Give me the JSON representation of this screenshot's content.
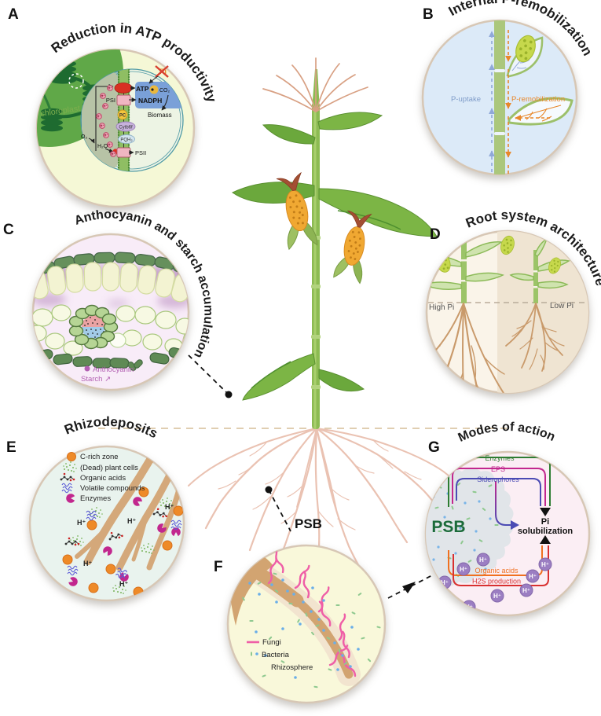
{
  "panels": {
    "a": {
      "letter": "A",
      "title": "Reduction in ATP productivity",
      "labels": {
        "chloroplast": "chloroplast",
        "pi": "Pi",
        "atp": "ATP",
        "nadph": "NADPH",
        "co2": "CO₂",
        "biomass": "Biomass",
        "psi": "PSI",
        "pc": "PC",
        "cytb6f": "Cytb6f",
        "pqh2": "PQH₂",
        "psii": "PSII",
        "o2": "O₂",
        "h2o": "H₂O",
        "h_plus": "H⁺"
      }
    },
    "b": {
      "letter": "B",
      "title": "Internal P-remobilization",
      "labels": {
        "p_uptake": "P-uptake",
        "p_remobilization": "P-remobilization",
        "p": "P"
      }
    },
    "c": {
      "letter": "C",
      "title": "Anthocyanin and starch accumulation",
      "legend": {
        "anthocyanin": "Anthocyanin",
        "starch": "Starch ↗"
      }
    },
    "d": {
      "letter": "D",
      "title": "Root system architecture",
      "labels": {
        "high_pi": "High Pi",
        "low_pi": "Low Pi"
      }
    },
    "e": {
      "letter": "E",
      "title": "Rhizodeposits",
      "legend": [
        "C-rich zone",
        "(Dead) plant cells",
        "Organic acids",
        "Volatile compounds",
        "Enzymes"
      ],
      "labels": {
        "h_plus": "H⁺"
      }
    },
    "f": {
      "letter": "F",
      "legend": {
        "fungi": "Fungi",
        "bacteria": "Bacteria",
        "rhizosphere": "Rhizosphere"
      },
      "callout": {
        "psb": "PSB"
      }
    },
    "g": {
      "letter": "G",
      "title": "Modes of action",
      "psb": "PSB",
      "modes": {
        "enzymes": "Enzymes",
        "eps": "EPS",
        "siderophores": "Siderophores",
        "organic_acids": "Organic acids",
        "h2s": "H2S production"
      },
      "target": {
        "line1": "Pi",
        "line2": "solubilization"
      },
      "labels": {
        "h_plus": "H⁺"
      }
    }
  },
  "colors": {
    "circle_border": "#d7c7b5",
    "panel_a_bg": "#f5f8d6",
    "panel_b_bg": "#dceaf8",
    "panel_c_bg": "#f8ecf8",
    "panel_d_bg": "#faf4e9",
    "panel_e_bg": "#e9f3ee",
    "panel_f_bg": "#f9f8da",
    "panel_g_bg": "#fbeef4",
    "uptake_blue": "#90a8d8",
    "remobilization_orange": "#e8872a",
    "anthocyanin_purple": "#b25fb2",
    "enzymes_green": "#2e7d32",
    "eps_magenta": "#c2278e",
    "siderophores_blue": "#4b4bb4",
    "organic_acids_orange": "#f07020",
    "h2s_red": "#d93030",
    "psb_green": "#1b6b3a",
    "fungi_pink": "#ef5fa7",
    "root_tan": "#d2a471"
  }
}
